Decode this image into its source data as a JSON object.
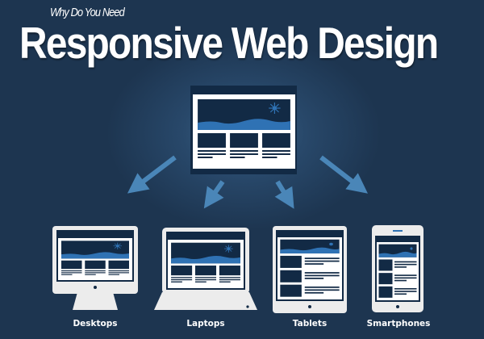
{
  "header": {
    "subtitle": "Why Do You Need",
    "title": "Responsive Web Design"
  },
  "devices": [
    {
      "label": "Desktops",
      "icon": "desktop-icon"
    },
    {
      "label": "Laptops",
      "icon": "laptop-icon"
    },
    {
      "label": "Tablets",
      "icon": "tablet-icon"
    },
    {
      "label": "Smartphones",
      "icon": "smartphone-icon"
    }
  ],
  "colors": {
    "background": "#1d3550",
    "dark": "#122a45",
    "accent_blue": "#2f72b4",
    "arrow": "#4a86b8",
    "device": "#ececec"
  }
}
